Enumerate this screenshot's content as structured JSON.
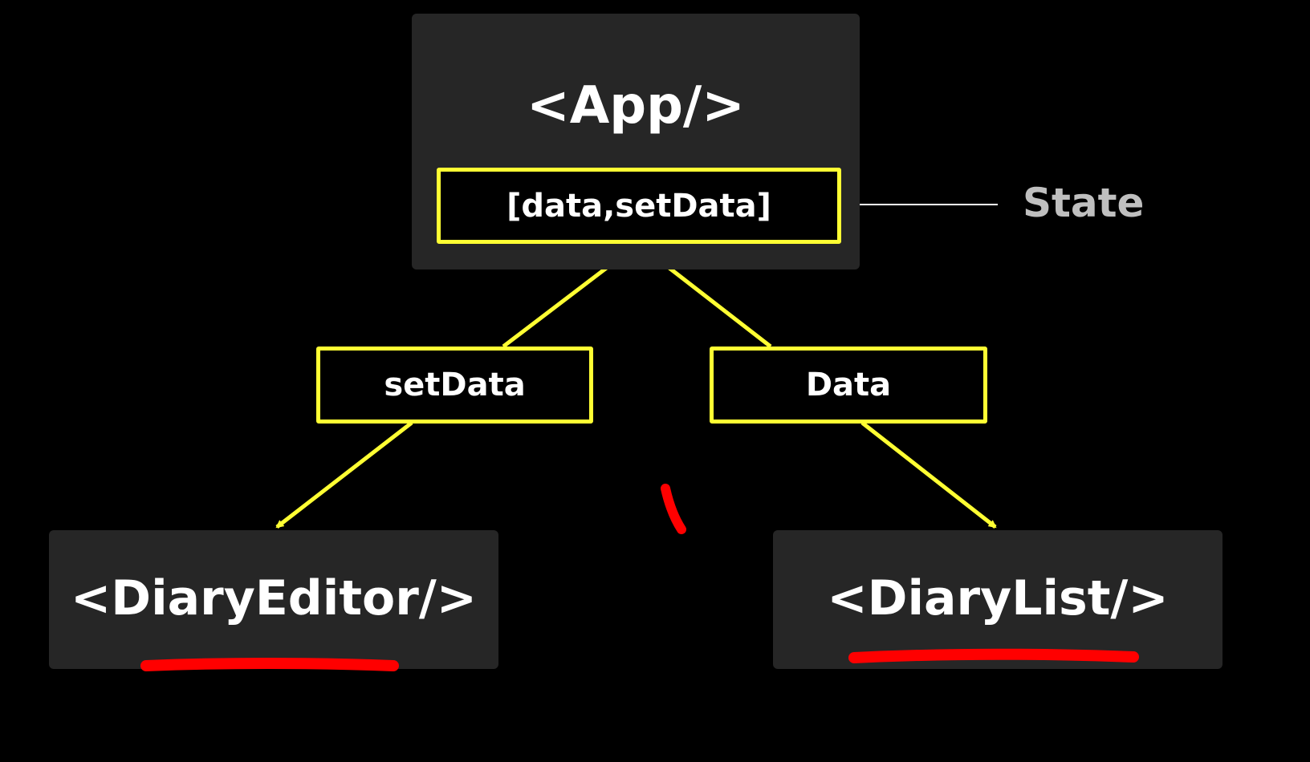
{
  "nodes": {
    "app": "<App/>",
    "diary_editor": "<DiaryEditor/>",
    "diary_list": "<DiaryList/>"
  },
  "labels": {
    "state_pair": "[data,setData]",
    "set_data": "setData",
    "data": "Data",
    "state": "State"
  },
  "colors": {
    "background": "#000000",
    "node_fill": "#262626",
    "highlight": "#ffff33",
    "annotation": "#ff0000",
    "state_text": "#bfbfbf"
  }
}
